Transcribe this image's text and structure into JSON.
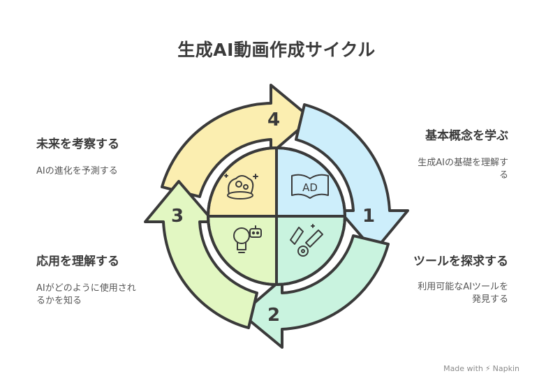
{
  "title": "生成AI動画作成サイクル",
  "steps": [
    {
      "number": "1",
      "title": "基本概念を学ぶ",
      "description": "生成AIの基礎を理解する",
      "color": "#cdeefb"
    },
    {
      "number": "2",
      "title": "ツールを探求する",
      "description": "利用可能なAIツールを発見する",
      "color": "#c9f3df"
    },
    {
      "number": "3",
      "title": "応用を理解する",
      "description": "AIがどのように使用されるかを知る",
      "color": "#e2f7c2"
    },
    {
      "number": "4",
      "title": "未来を考察する",
      "description": "AIの進化を予測する",
      "color": "#fbeeb0"
    }
  ],
  "center_icons": {
    "top_right": "AD",
    "top_left": "crystal-ball-icon",
    "bottom_left": "robot-lightbulb-icon",
    "bottom_right": "tools-icon"
  },
  "watermark": {
    "prefix": "Made with",
    "brand": "Napkin"
  }
}
